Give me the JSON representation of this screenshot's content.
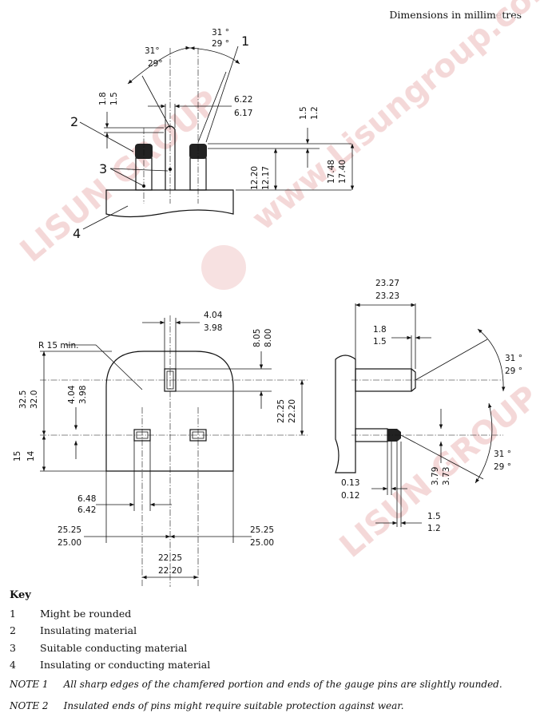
{
  "header": {
    "dimensions_note": "Dimensions in millimetres"
  },
  "watermark": {
    "text": "LISUN GROUP",
    "site": "www.Lisungroup.com"
  },
  "callouts": {
    "c1": "1",
    "c2": "2",
    "c3": "3",
    "c4": "4"
  },
  "top_view": {
    "angle_left_max": "31°",
    "angle_left_min": "29°",
    "angle_right_max": "31 °",
    "angle_right_min": "29 °",
    "tip_max": "1.8",
    "tip_min": "1.5",
    "pin_w_max": "6.22",
    "pin_w_min": "6.17",
    "chamfer_max": "1.5",
    "chamfer_min": "1.2",
    "len_a_max": "12.20",
    "len_a_min": "12.17",
    "len_b_max": "17.48",
    "len_b_min": "17.40"
  },
  "front_view": {
    "radius": "R 15 min.",
    "pin_w_max": "4.04",
    "pin_w_min": "3.98",
    "pin_l_max": "8.05",
    "pin_l_min": "8.00",
    "top_h_max": "32.5",
    "top_h_min": "32.0",
    "pin2_w_max": "4.04",
    "pin2_w_min": "3.98",
    "v_span_max": "22.25",
    "v_span_min": "22.20",
    "bottom_max": "15",
    "bottom_min": "14",
    "pin2_l_max": "6.48",
    "pin2_l_min": "6.42",
    "left_max": "25.25",
    "left_min": "25.00",
    "right_max": "25.25",
    "right_min": "25.00",
    "h_span_max": "22.25",
    "h_span_min": "22.20"
  },
  "side_view": {
    "len_max": "23.27",
    "len_min": "23.23",
    "tip_max": "1.8",
    "tip_min": "1.5",
    "angle_top_max": "31 °",
    "angle_top_min": "29 °",
    "angle_bot_max": "31 °",
    "angle_bot_min": "29 °",
    "dia_max": "3.79",
    "dia_min": "3.73",
    "gap_max": "0.13",
    "gap_min": "0.12",
    "ins_max": "1.5",
    "ins_min": "1.2"
  },
  "key": {
    "title": "Key",
    "items": [
      {
        "num": "1",
        "text": "Might be rounded"
      },
      {
        "num": "2",
        "text": "Insulating material"
      },
      {
        "num": "3",
        "text": "Suitable conducting material"
      },
      {
        "num": "4",
        "text": "Insulating or conducting material"
      }
    ]
  },
  "notes": [
    "NOTE 1     All sharp edges of the chamfered portion and ends of the gauge pins are slightly rounded.",
    "NOTE 2     Insulated ends of pins might require suitable protection against wear."
  ]
}
